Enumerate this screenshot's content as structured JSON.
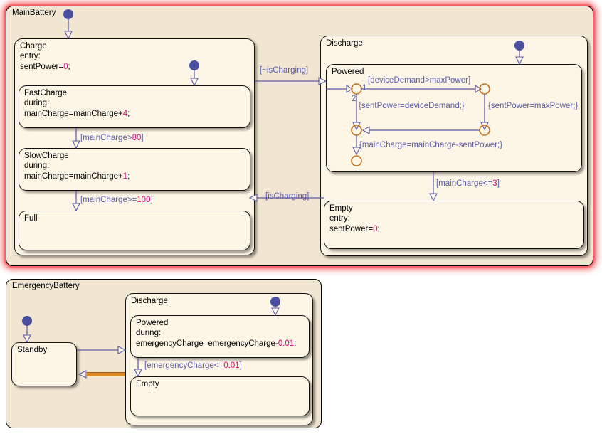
{
  "charts": [
    {
      "name": "MainBattery",
      "label": "MainBattery",
      "highlighted": true,
      "states": [
        {
          "name": "Charge",
          "label": "Charge",
          "lines": [
            {
              "text": "entry:",
              "num": ""
            },
            {
              "text": "sentPower=",
              "num": "0",
              "tail": ";"
            }
          ],
          "substates": [
            {
              "name": "FastCharge",
              "label": "FastCharge",
              "lines": [
                {
                  "text": "during:",
                  "num": "",
                  "tail": ""
                },
                {
                  "text": "mainCharge=mainCharge+",
                  "num": "4",
                  "tail": ";"
                }
              ]
            },
            {
              "name": "SlowCharge",
              "label": "SlowCharge",
              "lines": [
                {
                  "text": "during:",
                  "num": "",
                  "tail": ""
                },
                {
                  "text": "mainCharge=mainCharge+",
                  "num": "1",
                  "tail": ";"
                }
              ]
            },
            {
              "name": "Full",
              "label": "Full",
              "lines": []
            }
          ]
        },
        {
          "name": "Discharge",
          "label": "Discharge",
          "lines": [],
          "substates": [
            {
              "name": "Powered",
              "label": "Powered",
              "lines": []
            },
            {
              "name": "Empty",
              "label": "Empty",
              "lines": [
                {
                  "text": "entry:",
                  "num": "",
                  "tail": ""
                },
                {
                  "text": "sentPower=",
                  "num": "0",
                  "tail": ";"
                }
              ]
            }
          ]
        }
      ],
      "transitions": [
        {
          "name": "fastcharge-to-slowcharge",
          "label": "[mainCharge>",
          "num": "80",
          "tail": "]"
        },
        {
          "name": "slowcharge-to-full",
          "label": "[mainCharge>=",
          "num": "100",
          "tail": "]"
        },
        {
          "name": "charge-to-discharge",
          "label": "[~isCharging]",
          "num": "",
          "tail": ""
        },
        {
          "name": "discharge-to-charge",
          "label": "[isCharging]",
          "num": "",
          "tail": ""
        },
        {
          "name": "powered-to-empty",
          "label": "[mainCharge<=",
          "num": "3",
          "tail": "]"
        },
        {
          "name": "junction-cond-devicedemand",
          "label": "[deviceDemand>maxPower]",
          "num": "",
          "tail": ""
        },
        {
          "name": "junction-act-sentpower-devicedemand",
          "label": "{sentPower=deviceDemand;}",
          "num": "",
          "tail": ""
        },
        {
          "name": "junction-act-sentpower-maxpower",
          "label": "{sentPower=maxPower;}",
          "num": "",
          "tail": ""
        },
        {
          "name": "junction-act-maincharge",
          "label": "{mainCharge=mainCharge-sentPower;}",
          "num": "",
          "tail": ""
        },
        {
          "name": "junction-order-1",
          "label": "1",
          "num": "",
          "tail": ""
        },
        {
          "name": "junction-order-2",
          "label": "2",
          "num": "",
          "tail": ""
        }
      ]
    },
    {
      "name": "EmergencyBattery",
      "label": "EmergencyBattery",
      "highlighted": false,
      "states": [
        {
          "name": "Standby",
          "label": "Standby",
          "lines": [],
          "substates": []
        },
        {
          "name": "Discharge",
          "label": "Discharge",
          "lines": [],
          "substates": [
            {
              "name": "Powered",
              "label": "Powered",
              "lines": [
                {
                  "text": "during:",
                  "num": "",
                  "tail": ""
                },
                {
                  "text": "emergencyCharge=emergencyCharge-",
                  "num": "0.01",
                  "tail": ";"
                }
              ]
            },
            {
              "name": "Empty",
              "label": "Empty",
              "lines": []
            }
          ]
        }
      ],
      "transitions": [
        {
          "name": "powered-to-empty-emergency",
          "label": "[emergencyCharge<=",
          "num": "0.01",
          "tail": "]"
        }
      ]
    }
  ],
  "colors": {
    "chart_fill": "#F0E6D2",
    "state_fill": "#FDF5E6",
    "transition": "#5B5BA8",
    "numeric_literal": "#E6007E",
    "junction": "#C1731B",
    "default_dot": "#4A4FA0",
    "active_highlight": "#E08A24",
    "chart_highlight_glow": "#F45A5F"
  }
}
